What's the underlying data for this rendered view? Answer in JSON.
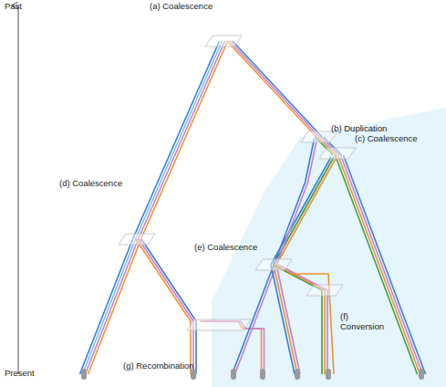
{
  "diagram": {
    "labels": [
      "Past",
      "Present",
      "(a) Coalescence",
      "(b) Duplication",
      "(c) Coalescence",
      "(d) Coalescence",
      "(e) Coalescence",
      "(f) Conversion",
      "(g) Recombination"
    ]
  }
}
